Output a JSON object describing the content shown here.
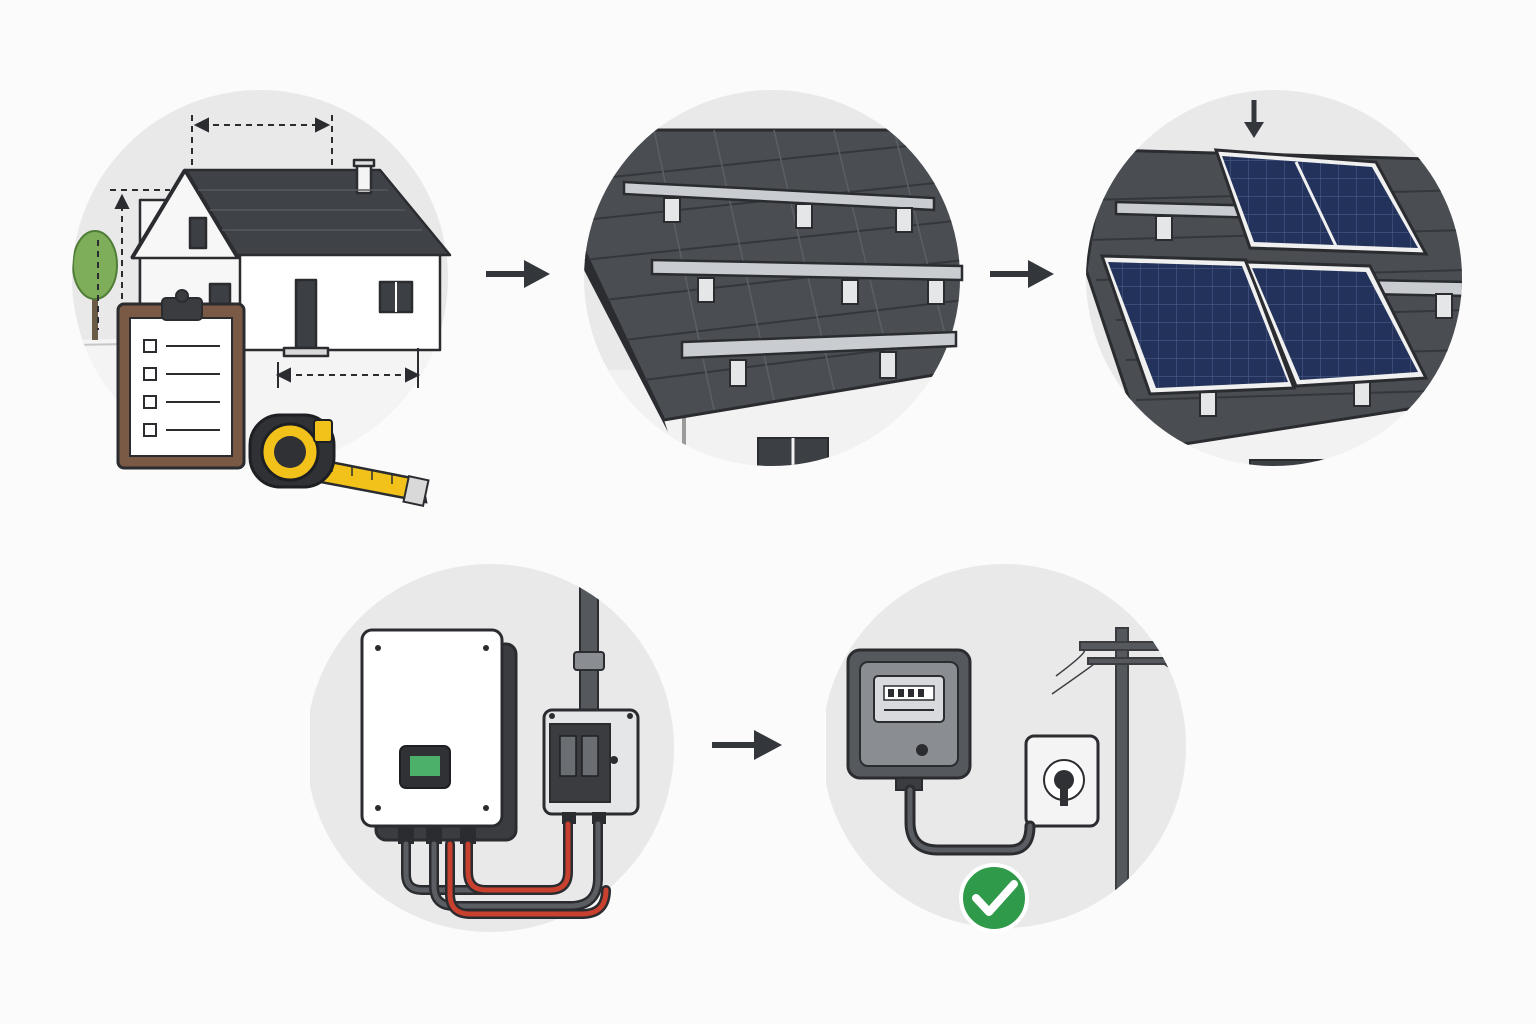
{
  "diagram": {
    "steps": [
      {
        "id": "site-survey",
        "icon": "house-survey-icon"
      },
      {
        "id": "mounting-rails",
        "icon": "roof-rails-icon"
      },
      {
        "id": "panel-install",
        "icon": "solar-panel-icon"
      },
      {
        "id": "inverter-wiring",
        "icon": "inverter-icon"
      },
      {
        "id": "grid-connection",
        "icon": "utility-meter-icon"
      }
    ],
    "connectors": [
      "arrow-right-icon",
      "arrow-right-icon",
      "arrow-right-icon"
    ],
    "colors": {
      "background": "#fbfbfb",
      "circle": "#e9e9ea",
      "outline": "#2a2c30",
      "roof": "#4a4d52",
      "panel": "#22325a",
      "rail": "#c9ccd0",
      "clipboard": "#7a5a44",
      "tape": "#f2c21b",
      "cable_red": "#c8402e",
      "check_green": "#2e9a4a",
      "arrow": "#33363b"
    }
  }
}
